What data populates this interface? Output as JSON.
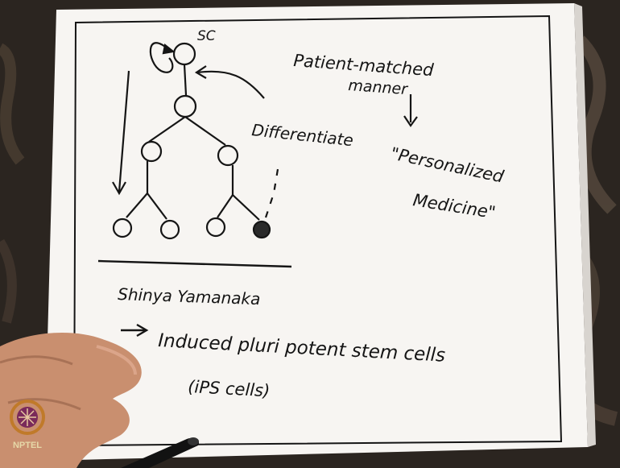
{
  "board": {
    "label_sc": "SC",
    "label_differentiate": "Differentiate",
    "patient_line1": "Patient-matched",
    "patient_line2": "manner",
    "personalized_line1": "\"Personalized",
    "personalized_line2": "Medicine\"",
    "name": "Shinya Yamanaka",
    "induced_line": "Induced pluri potent stem cells",
    "ips_line": "(iPS cells)"
  },
  "logo": {
    "text": "NPTEL"
  },
  "colors": {
    "paper": "#f7f5f2",
    "ink": "#151515",
    "background": "#2a2622",
    "skin": "#c98f6f",
    "logo_ring": "#c07a2a",
    "logo_inner": "#7a2a5a"
  }
}
